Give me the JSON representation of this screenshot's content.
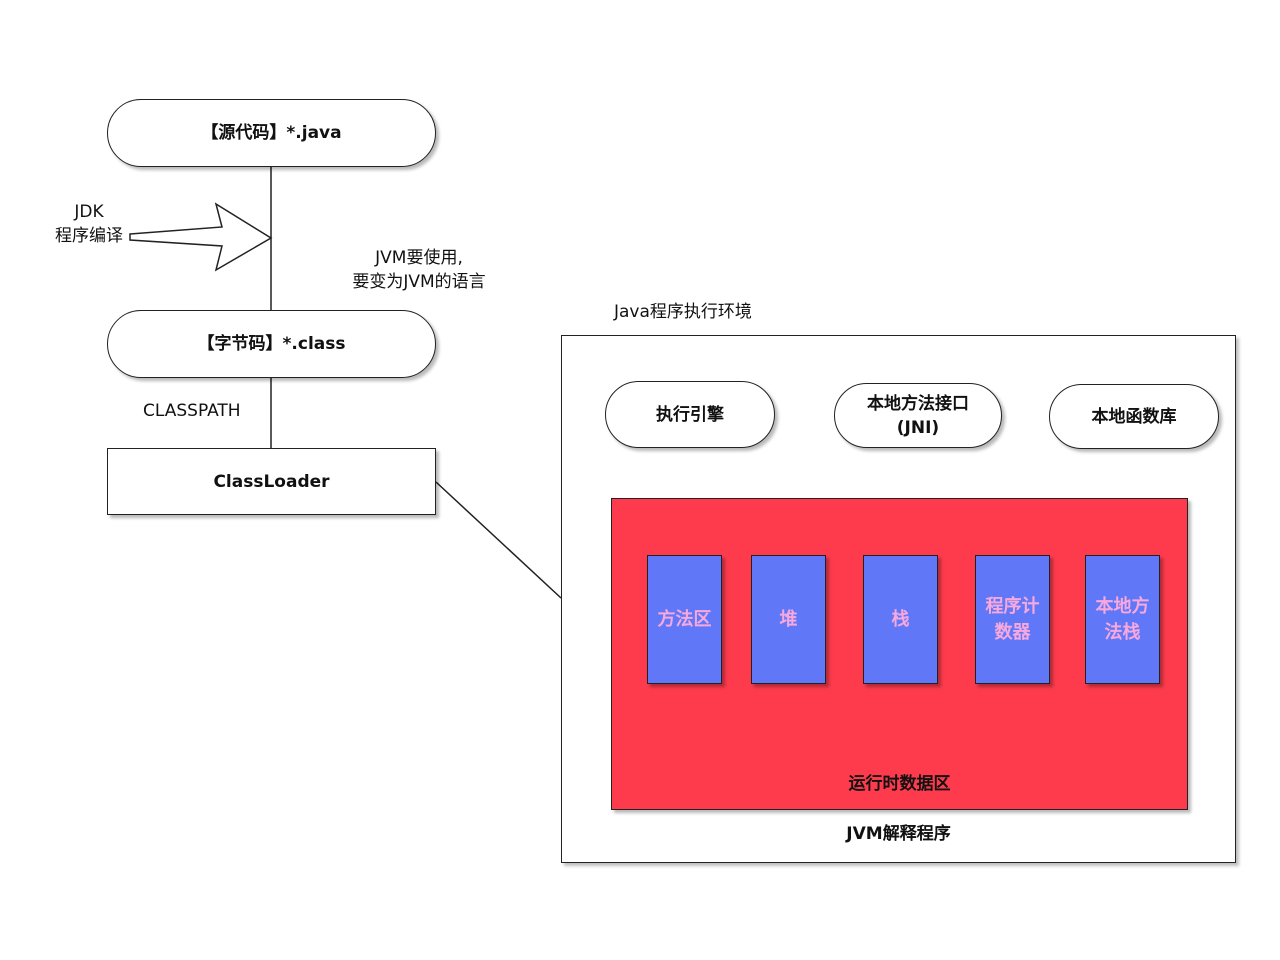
{
  "nodes": {
    "source": "【源代码】*.java",
    "bytecode": "【字节码】*.class",
    "classloader": "ClassLoader",
    "exec_engine": "执行引擎",
    "jni_line1": "本地方法接口",
    "jni_line2": "(JNI)",
    "native_lib": "本地函数库"
  },
  "labels": {
    "jdk_line1": "JDK",
    "jdk_line2": "程序编译",
    "jvm_use_line1": "JVM要使用,",
    "jvm_use_line2": "要变为JVM的语言",
    "classpath": "CLASSPATH",
    "env_title": "Java程序执行环境",
    "runtime_title": "运行时数据区",
    "jvm_interpreter": "JVM解释程序"
  },
  "runtime_areas": [
    "方法区",
    "堆",
    "栈",
    "程序计数器",
    "本地方法栈"
  ],
  "colors": {
    "runtime_fill": "#fd3b4c",
    "area_fill": "#6077f8",
    "area_text": "#f7a8dd"
  }
}
